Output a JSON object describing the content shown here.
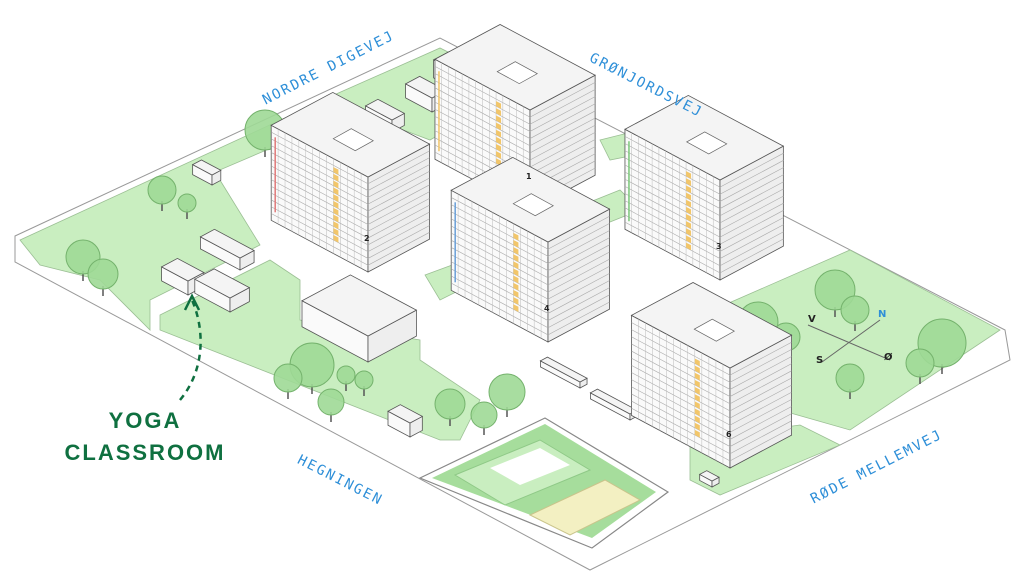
{
  "streets": {
    "nordre_digevej": "NORDRE DIGEVEJ",
    "gronjordsvej": "GRØNJORDSVEJ",
    "hegningen": "HEGNINGEN",
    "rode_mellemvej": "RØDE MELLEMVEJ"
  },
  "callout": {
    "line1": "YOGA",
    "line2": "CLASSROOM"
  },
  "compass": {
    "n": "N",
    "v": "V",
    "s": "S",
    "o": "Ø"
  },
  "buildings": [
    {
      "number": "1"
    },
    {
      "number": "2"
    },
    {
      "number": "3"
    },
    {
      "number": "4"
    },
    {
      "number": "6"
    }
  ],
  "colors": {
    "grass": "#c9eec0",
    "grass_dark": "#a6dd9c",
    "tree": "#9fd996",
    "street_text": "#2e8fd8",
    "callout": "#0f7040",
    "accent_window": "#f2c66a"
  }
}
